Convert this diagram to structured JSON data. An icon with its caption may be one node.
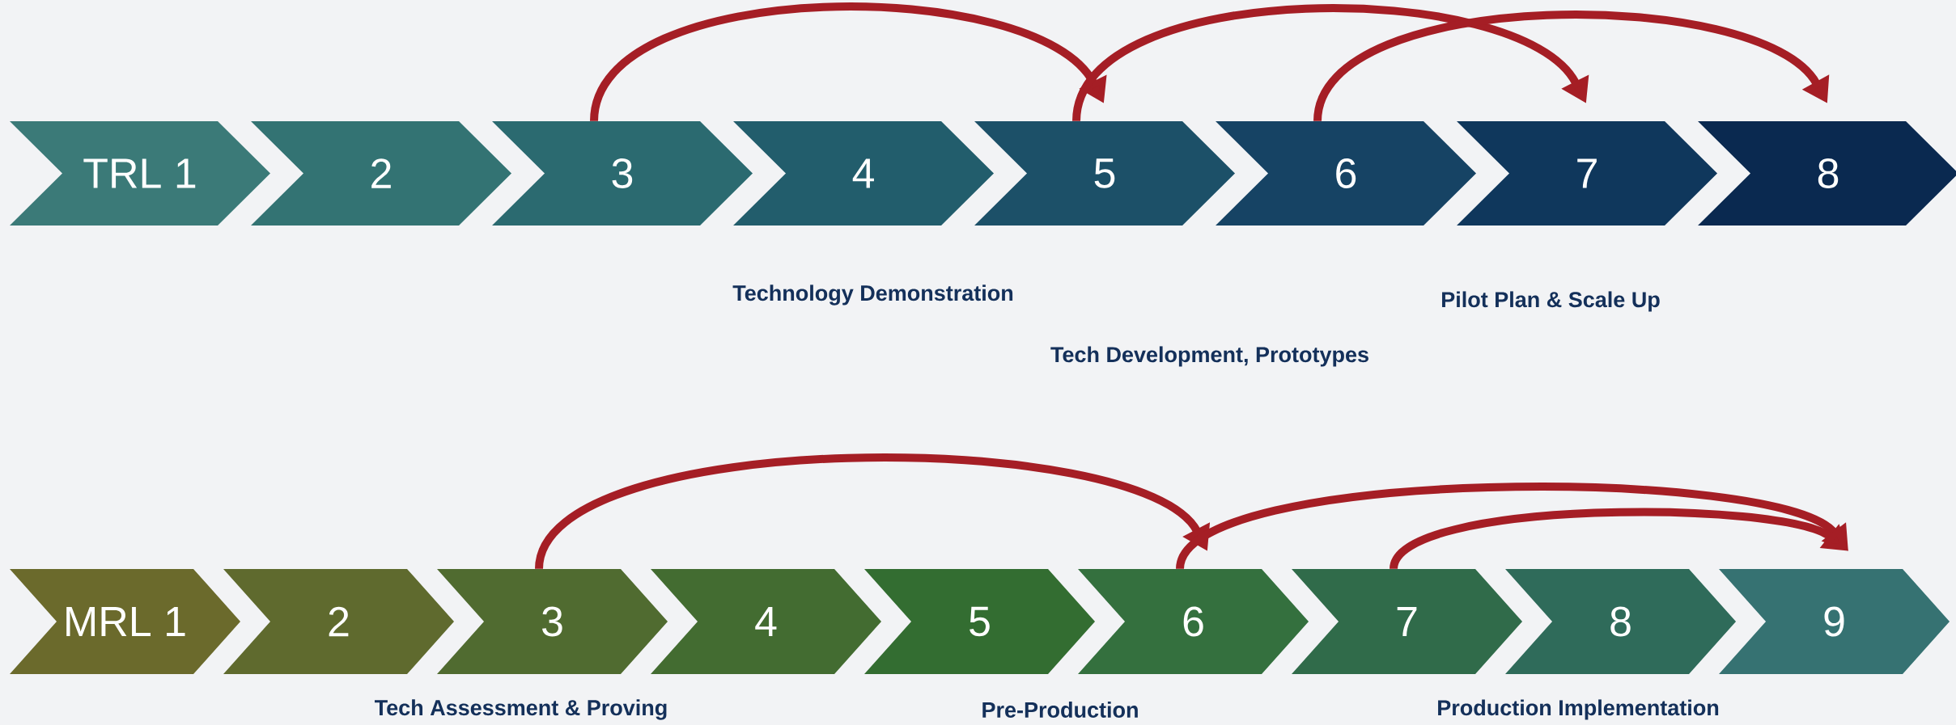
{
  "diagram": {
    "nodes": [
      {
        "text": [
          "TRL 1"
        ]
      },
      {
        "text": [
          "2"
        ]
      },
      {
        "text": [
          "3"
        ]
      },
      {
        "text": [
          "4"
        ]
      },
      {
        "text": [
          "5"
        ]
      },
      {
        "text": [
          "6"
        ]
      },
      {
        "text": [
          "7"
        ]
      },
      {
        "text": [
          "8"
        ]
      },
      {
        "text": [
          "MRL 1"
        ]
      },
      {
        "text": [
          "2"
        ]
      },
      {
        "text": [
          "3"
        ]
      },
      {
        "text": [
          "4"
        ]
      },
      {
        "text": [
          "5"
        ]
      },
      {
        "text": [
          "6"
        ]
      },
      {
        "text": [
          "7"
        ]
      },
      {
        "text": [
          "8"
        ]
      },
      {
        "text": [
          "9"
        ]
      }
    ],
    "edges": [
      {
        "from": 2,
        "to": 4,
        "arrow": "to"
      },
      {
        "from": 4,
        "to": 6,
        "arrow": "to"
      },
      {
        "from": 5,
        "to": 7,
        "arrow": "to"
      },
      {
        "from": 10,
        "to": 13,
        "arrow": "to"
      },
      {
        "from": 13,
        "to": 16,
        "arrow": "to"
      },
      {
        "from": 14,
        "to": 16,
        "arrow": "to"
      }
    ],
    "labels": [
      "Technology Demonstration",
      "Pilot Plan & Scale Up",
      "Tech Development, Prototypes",
      "Tech Assessment & Proving",
      "Pre-Production",
      "Production Implementation"
    ]
  }
}
